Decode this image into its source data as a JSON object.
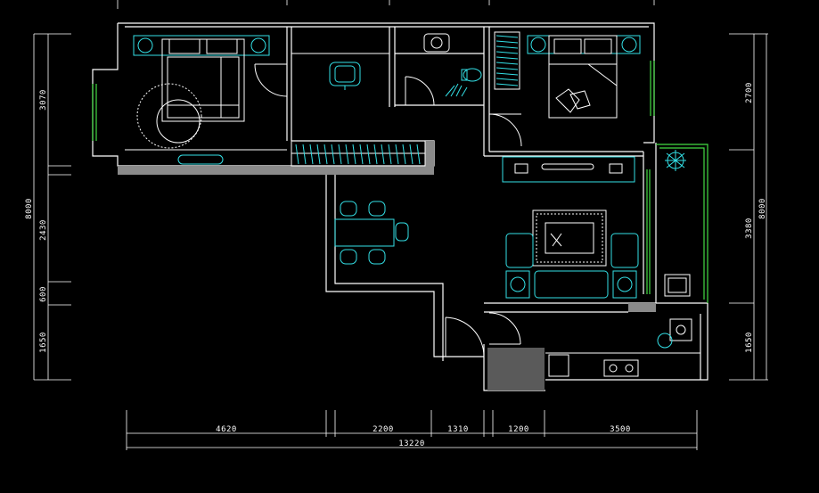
{
  "drawing": {
    "colors": {
      "background": "#000000",
      "wall": "#ffffff",
      "furniture": "#33e0e6",
      "window": "#44dd44",
      "slab": "#8a8a8a"
    },
    "dimensions_bottom": {
      "segments": [
        "4620",
        "2200",
        "1310",
        "1200",
        "3500"
      ],
      "total": "13220"
    },
    "dimensions_left": {
      "total": "8000",
      "segments": [
        "3070",
        "2430",
        "600",
        "1650"
      ]
    },
    "dimensions_right": {
      "total": "8000",
      "segments": [
        "2700",
        "3380",
        "1650"
      ]
    },
    "icons": [
      "double-bed-icon",
      "round-rug-icon",
      "armchair-icon",
      "wardrobe-icon",
      "washbasin-icon",
      "toilet-icon",
      "dining-table-icon",
      "sofa-set-icon",
      "tv-cabinet-icon",
      "potted-plant-icon",
      "stove-icon",
      "washing-machine-icon"
    ]
  }
}
